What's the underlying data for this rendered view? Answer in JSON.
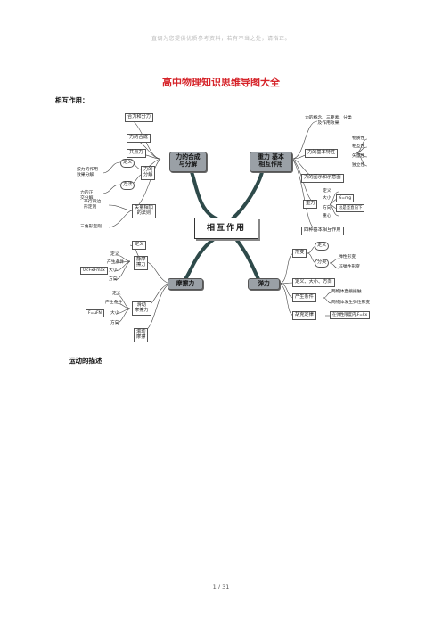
{
  "watermark": "直调为您提供优质参考资料，若有不当之处，请指正。",
  "title": "高中物理知识思维导图大全",
  "sections": {
    "s1": "相互作用：",
    "s2": "运动的描述"
  },
  "footer": "1 / 31",
  "mindmap": {
    "center": "相互作用",
    "branches": {
      "compose": "力的合成\n与分解",
      "gravity": "重力 基本\n相互作用",
      "friction": "摩擦力",
      "elastic": "弹力"
    },
    "compose_nodes": {
      "n1": "合力和分力",
      "n2": "力的合成",
      "n3": "共点力",
      "n4": "力的\n分解",
      "n4a": "定义",
      "n4b": "方法",
      "n4c": "按力的作用\n效果分解",
      "n4d": "力的正\n交分解",
      "n5": "矢量相加\n的法则",
      "n5a": "平行四边\n形定则",
      "n5b": "三角形定则"
    },
    "gravity_nodes": {
      "g1": "力的概念、三要素、分类\n及作用效果",
      "g2": "力的基本特性",
      "g2a": "物质性",
      "g2b": "相互性",
      "g2c": "矢量性",
      "g2d": "独立性",
      "g3": "力的图示和示意图",
      "g4": "重力",
      "g4a": "定义",
      "g4b": "大小",
      "g4b_v": "G=mg",
      "g4c": "方向",
      "g4c_v": "总是竖直向下",
      "g4d": "重心",
      "g5": "四种基本相互作用"
    },
    "friction_nodes": {
      "f1": "静摩\n擦力",
      "f1a": "定义",
      "f1b": "产生条件",
      "f1c": "大小",
      "f1c_v": "0<F≤Fmax",
      "f1d": "方向",
      "f2": "滑动\n摩擦力",
      "f2a": "定义",
      "f2b": "产生条件",
      "f2c": "大小",
      "f2c_v": "F=μFN",
      "f2d": "方向",
      "f3": "滚动\n摩擦"
    },
    "elastic_nodes": {
      "e1": "形变",
      "e1a": "定义",
      "e1b": "分类",
      "e1b1": "弹性形变",
      "e1b2": "非弹性形变",
      "e2": "定义、大小、方向",
      "e3": "产生条件",
      "e3a": "两物体直接接触",
      "e3b": "两物体发生弹性形变",
      "e4": "胡克定律",
      "e4a": "在弹性限度内,F=kx"
    }
  }
}
